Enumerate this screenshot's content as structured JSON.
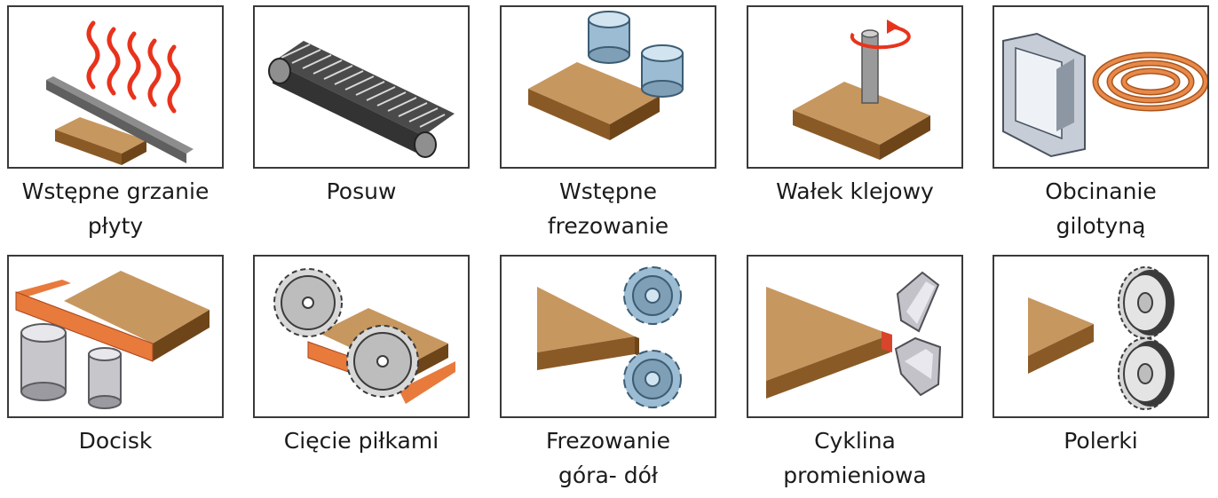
{
  "steps": [
    {
      "label": "Wstępne grzanie\npłyty",
      "icon": "heating-icon"
    },
    {
      "label": "Posuw",
      "icon": "conveyor-icon"
    },
    {
      "label": "Wstępne\nfrezowanie",
      "icon": "pre-milling-cutters-icon"
    },
    {
      "label": "Wałek klejowy",
      "icon": "glue-roller-icon"
    },
    {
      "label": "Obcinanie\ngilotyną",
      "icon": "guillotine-icon"
    },
    {
      "label": "Docisk",
      "icon": "pressure-rollers-icon"
    },
    {
      "label": "Cięcie piłkami",
      "icon": "saw-blades-icon"
    },
    {
      "label": "Frezowanie\ngóra- dół",
      "icon": "top-bottom-milling-icon"
    },
    {
      "label": "Cyklina\npromieniowa",
      "icon": "radius-scraper-icon"
    },
    {
      "label": "Polerki",
      "icon": "polishing-discs-icon"
    }
  ]
}
